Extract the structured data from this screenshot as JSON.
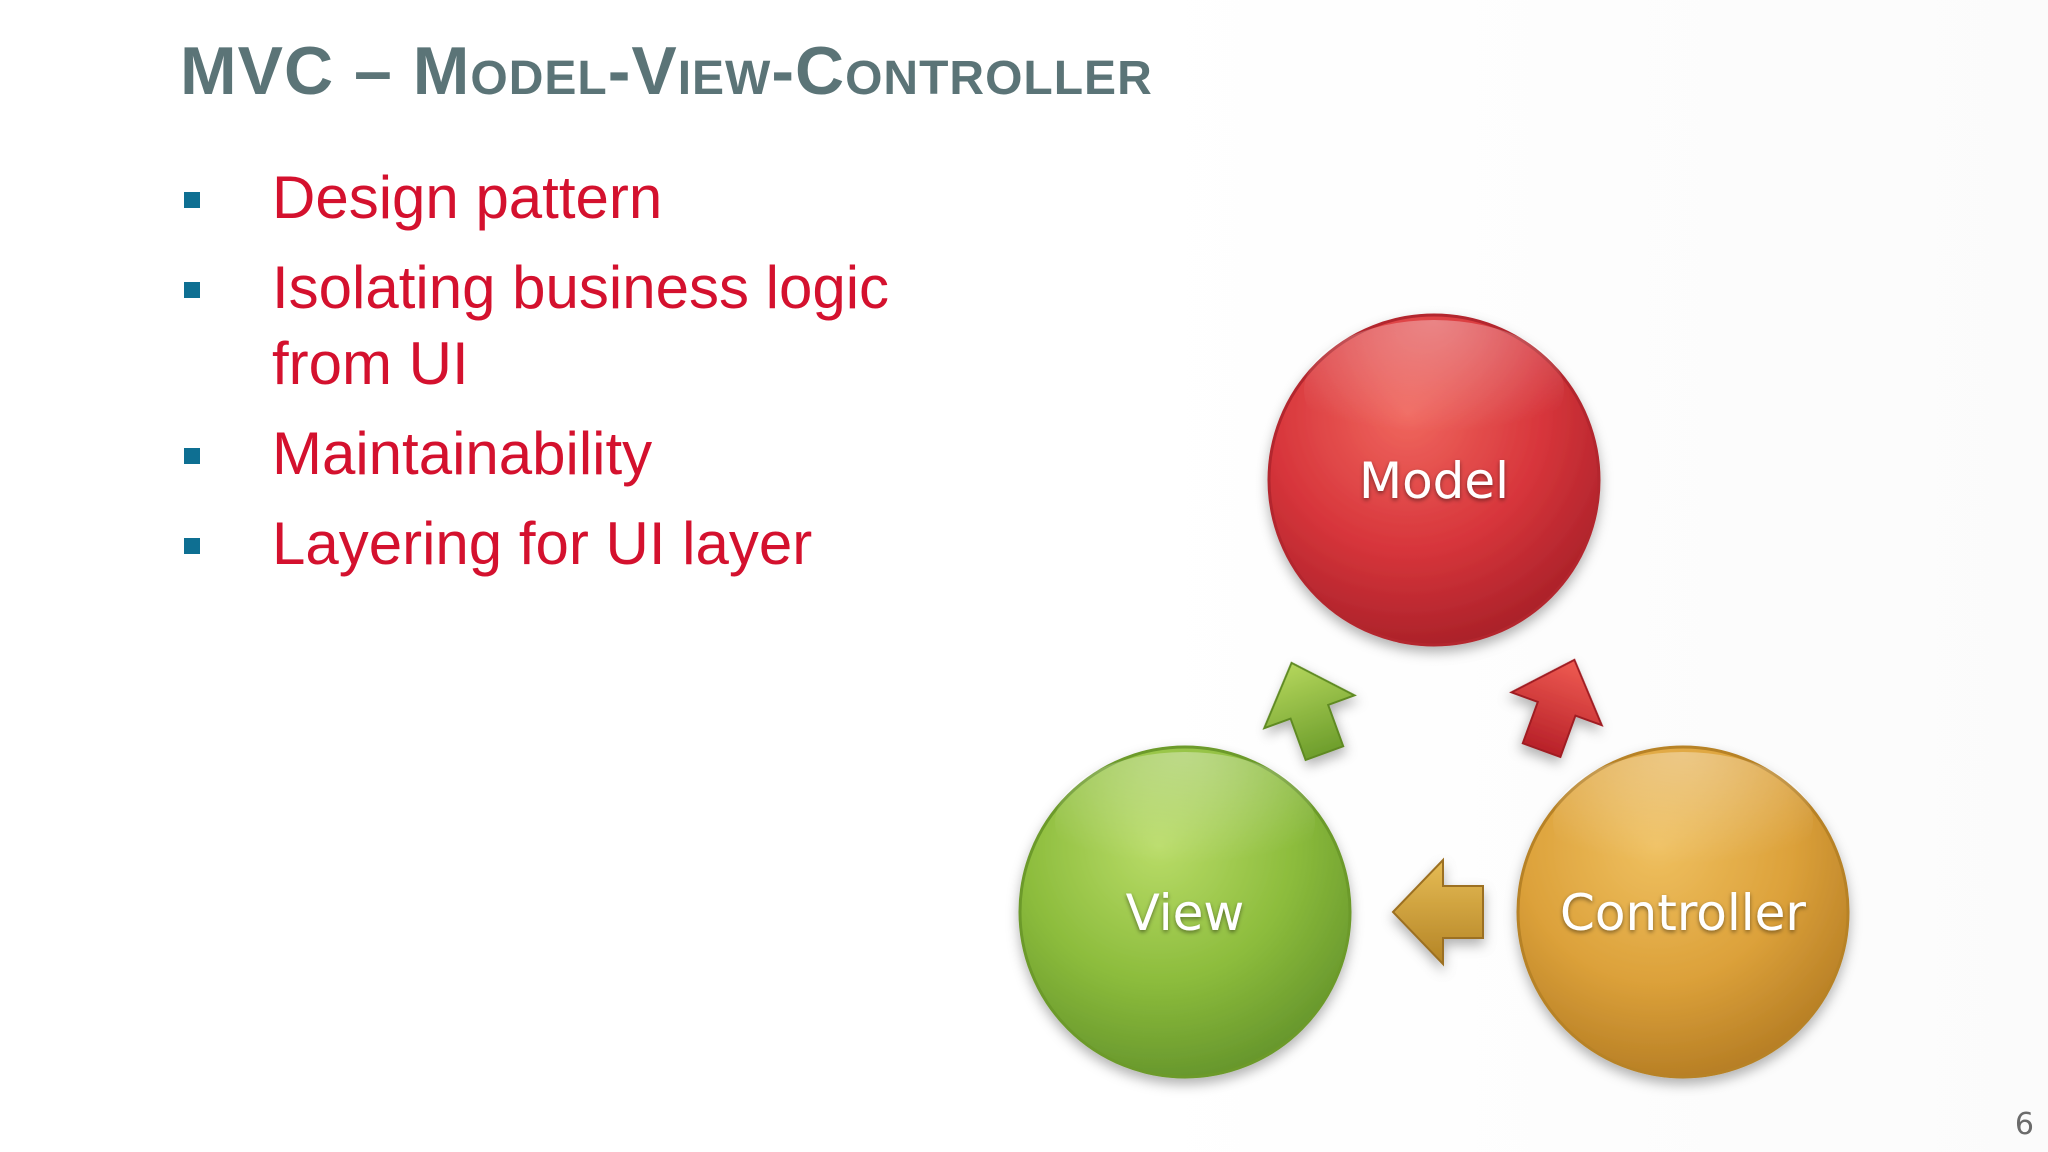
{
  "slide": {
    "title": "MVC – Model-View-Controller",
    "page_number": "6"
  },
  "bullets": [
    {
      "text": "Design pattern"
    },
    {
      "text": "Isolating business logic\nfrom UI"
    },
    {
      "text": "Maintainability"
    },
    {
      "text": "Layering for UI layer"
    }
  ],
  "diagram": {
    "nodes": [
      {
        "id": "model",
        "label": "Model",
        "color": "#d7353b"
      },
      {
        "id": "view",
        "label": "View",
        "color": "#8cbc3c"
      },
      {
        "id": "controller",
        "label": "Controller",
        "color": "#dca13a"
      }
    ],
    "arrows": [
      {
        "from": "view",
        "to": "model",
        "color": "#8cbc3c",
        "icon": "arrow-up-right-icon"
      },
      {
        "from": "controller",
        "to": "model",
        "color": "#d7353b",
        "icon": "arrow-up-left-icon"
      },
      {
        "from": "controller",
        "to": "view",
        "color": "#c9a13a",
        "icon": "arrow-left-icon"
      }
    ]
  },
  "colors": {
    "title": "#5b7477",
    "bullet_text": "#d4112e",
    "bullet_marker": "#0e6f92"
  }
}
